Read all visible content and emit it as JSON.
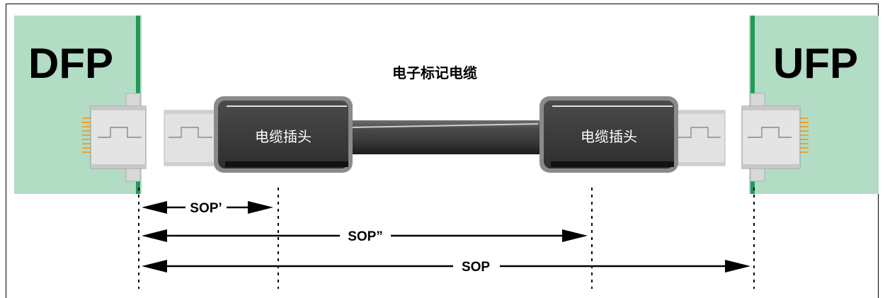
{
  "ports": {
    "left": {
      "label": "DFP",
      "color": "#b2dcc4",
      "strip_color": "#1f9a57"
    },
    "right": {
      "label": "UFP",
      "color": "#b2dcc4",
      "strip_color": "#1f9a57"
    }
  },
  "cable": {
    "title": "电子标记电缆",
    "plug_left_label": "电缆插头",
    "plug_right_label": "电缆插头"
  },
  "arrows": [
    {
      "id": "sop-prime",
      "label": "SOP’"
    },
    {
      "id": "sop-double-prime",
      "label": "SOP”"
    },
    {
      "id": "sop",
      "label": "SOP"
    }
  ],
  "colors": {
    "plug_body": "#3a3a3a",
    "plug_border": "#8a8a8a",
    "connector": "#e2e2e2",
    "pins": "#f0a030",
    "arrow": "#000000"
  }
}
